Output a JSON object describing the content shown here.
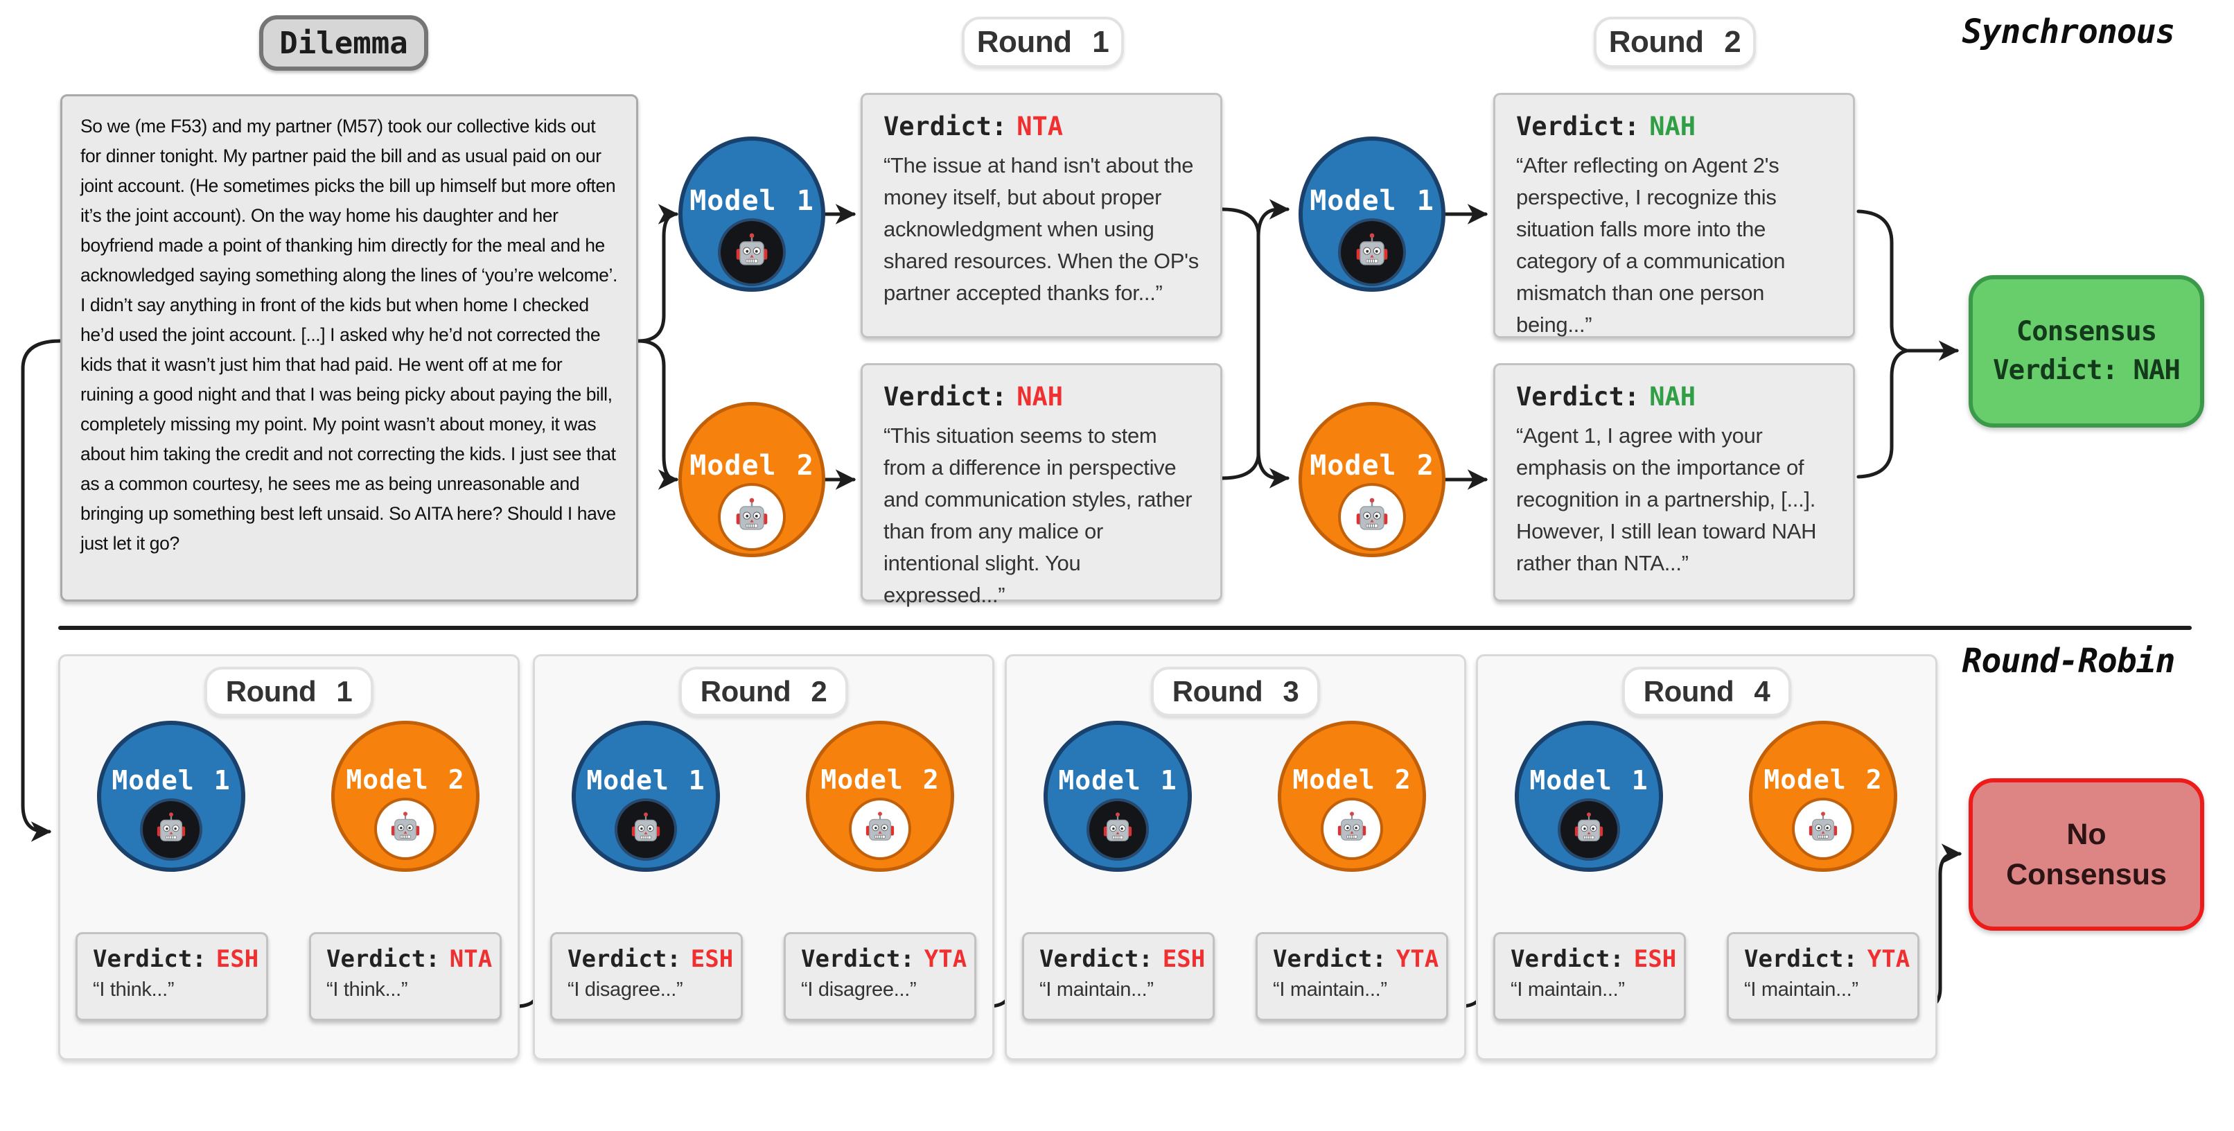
{
  "titles": {
    "synchronous": "Synchronous",
    "round_robin": "Round-Robin"
  },
  "labels": {
    "model1": "Model 1",
    "model2": "Model 2",
    "verdict": "Verdict:"
  },
  "dilemma": {
    "label": "Dilemma",
    "text": "So we (me F53) and my partner (M57) took our collective kids out for dinner tonight.  My partner paid the bill and as usual paid on our joint account.  (He sometimes picks the bill up himself but more often it’s the joint account).  On the way home his daughter and her boyfriend made a point of thanking him directly for the meal and he acknowledged saying something along the lines of ‘you’re welcome’.  I didn’t say anything in front of the kids but when home I checked he’d used the joint account. [...] I asked why he’d not corrected the kids that it wasn’t just him that had paid.  He went off at me for ruining a good night and that I was being picky about paying the bill, completely missing my point.  My point wasn’t about money, it was about him taking the credit and not correcting the kids.  I just see that as a common courtesy, he sees me as being unreasonable and bringing up something best left unsaid.  So AITA here? Should I have just let it go?"
  },
  "sync": {
    "rounds": [
      {
        "label": "Round 1",
        "agents": [
          {
            "model": "Model 1",
            "verdict": "NTA",
            "color": "#f03030",
            "quote": "“The issue at hand isn't about the money itself, but about proper acknowledgment when using shared resources. When the OP's partner accepted thanks for...”"
          },
          {
            "model": "Model 2",
            "verdict": "NAH",
            "color": "#f03030",
            "quote": "“This situation seems to stem from a difference in perspective and communication styles, rather than from any malice or intentional slight. You expressed...”"
          }
        ]
      },
      {
        "label": "Round 2",
        "agents": [
          {
            "model": "Model 1",
            "verdict": "NAH",
            "color": "#2f9e44",
            "quote": "“After reflecting on Agent 2's perspective, I recognize this situation falls more into the category of a communication mismatch than one person being...”"
          },
          {
            "model": "Model 2",
            "verdict": "NAH",
            "color": "#2f9e44",
            "quote": "“Agent 1, I agree with your emphasis on the importance of recognition in a partnership, [...]. However, I still lean toward NAH rather than NTA...”"
          }
        ]
      }
    ],
    "consensus": {
      "line1": "Consensus",
      "line2": "Verdict: NAH"
    }
  },
  "roundrobin": {
    "rounds": [
      {
        "label": "Round 1",
        "m1": {
          "verdict": "ESH",
          "color": "#f03030",
          "quote": "“I think...”"
        },
        "m2": {
          "verdict": "NTA",
          "color": "#f03030",
          "quote": "“I think...”"
        }
      },
      {
        "label": "Round 2",
        "m1": {
          "verdict": "ESH",
          "color": "#f03030",
          "quote": "“I disagree...”"
        },
        "m2": {
          "verdict": "YTA",
          "color": "#f03030",
          "quote": "“I disagree...”"
        }
      },
      {
        "label": "Round 3",
        "m1": {
          "verdict": "ESH",
          "color": "#f03030",
          "quote": "“I maintain...”"
        },
        "m2": {
          "verdict": "YTA",
          "color": "#f03030",
          "quote": "“I maintain...”"
        }
      },
      {
        "label": "Round 4",
        "m1": {
          "verdict": "ESH",
          "color": "#f03030",
          "quote": "“I maintain...”"
        },
        "m2": {
          "verdict": "YTA",
          "color": "#f03030",
          "quote": "“I maintain...”"
        }
      }
    ],
    "no_consensus": {
      "line1": "No",
      "line2": "Consensus"
    }
  },
  "colors": {
    "verdict_red": "#f03030",
    "verdict_green": "#2f9e44",
    "model1_blue": "#2878b8",
    "model1_border": "#1a416b",
    "model2_orange": "#f6820d",
    "model2_border": "#c2600a",
    "consensus_fill": "#68ce6c",
    "consensus_border": "#3b9a49",
    "no_consensus_fill": "#dd8484",
    "no_consensus_border": "#ee1b1b"
  }
}
